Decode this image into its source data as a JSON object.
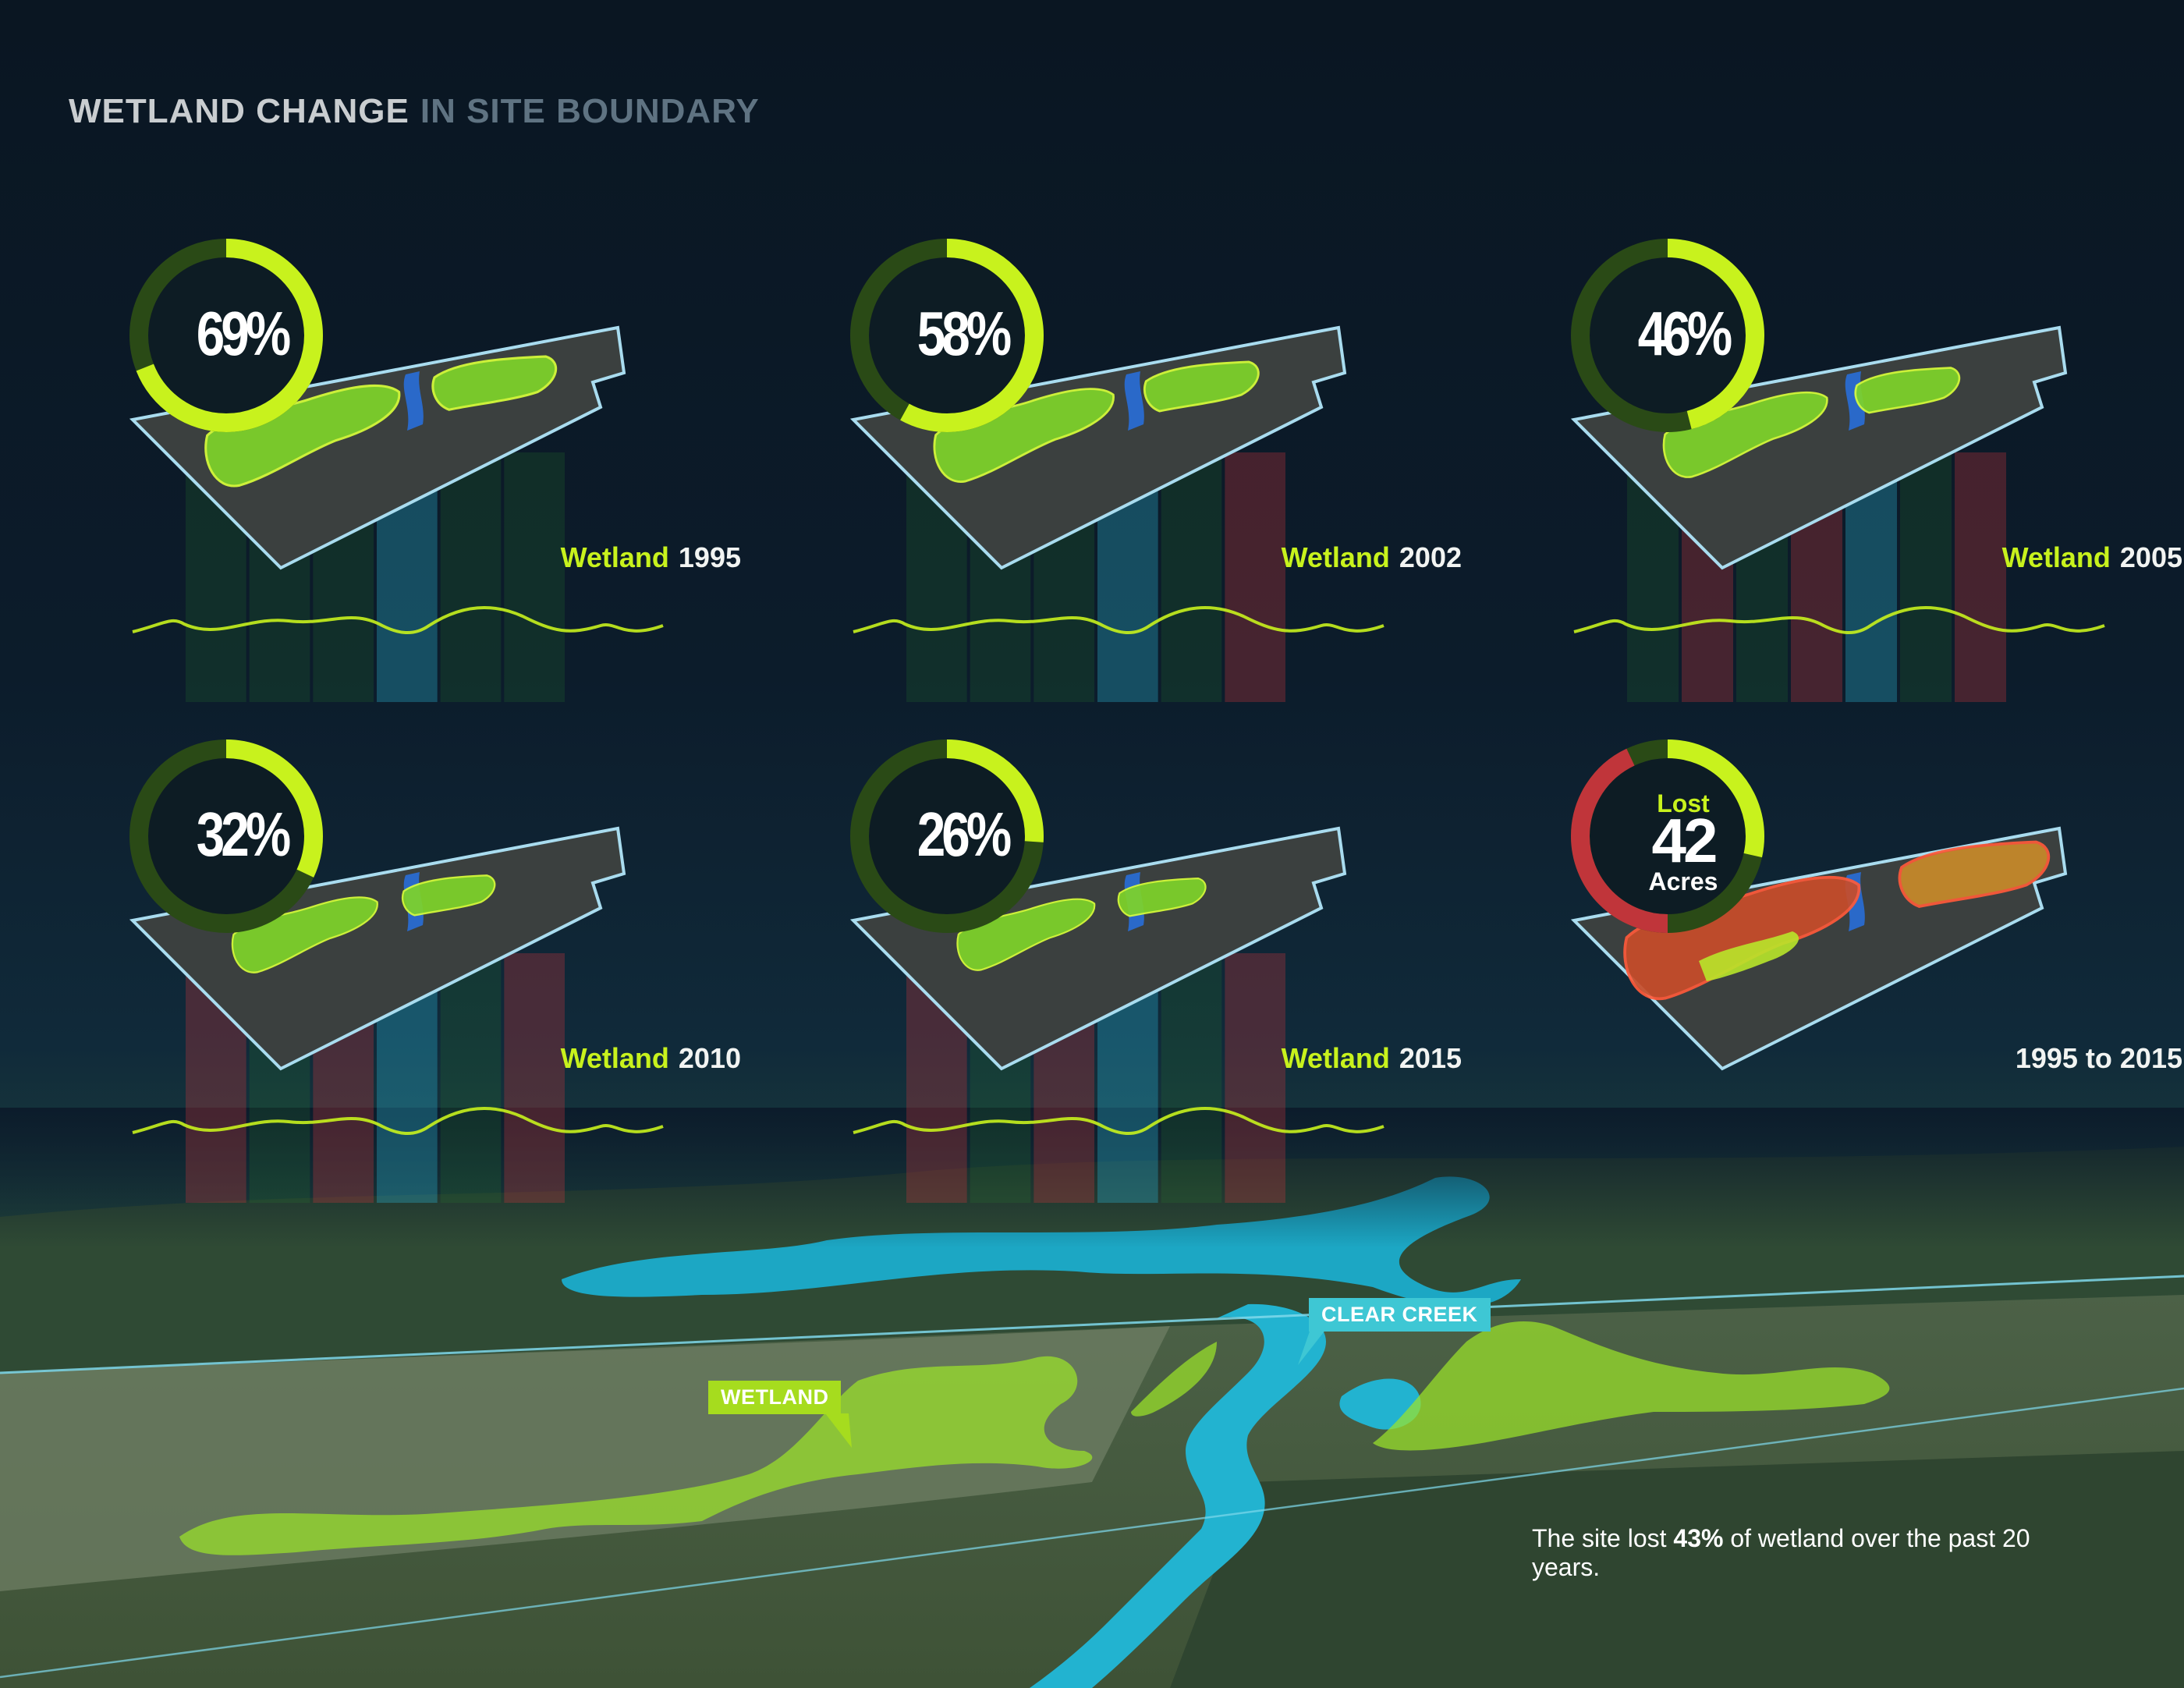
{
  "title": {
    "main": "WETLAND CHANGE",
    "sub": "IN SITE BOUNDARY"
  },
  "colors": {
    "wetland_green": "#c8f21d",
    "ring_track": "#2a4a16",
    "loss_red": "#c0353a",
    "water_blue": "#2bb8d6",
    "boundary": "#a9dcef"
  },
  "panels": [
    {
      "percent": 0.69,
      "percent_label": "69%",
      "caption_highlight": "Wetland",
      "caption_year": "1995",
      "profile": [
        "g",
        "g",
        "g",
        "b",
        "g",
        "g"
      ]
    },
    {
      "percent": 0.58,
      "percent_label": "58%",
      "caption_highlight": "Wetland",
      "caption_year": "2002",
      "profile": [
        "g",
        "g",
        "g",
        "b",
        "g",
        "r"
      ]
    },
    {
      "percent": 0.46,
      "percent_label": "46%",
      "caption_highlight": "Wetland",
      "caption_year": "2005",
      "profile": [
        "g",
        "r",
        "g",
        "r",
        "b",
        "g",
        "r"
      ]
    },
    {
      "percent": 0.32,
      "percent_label": "32%",
      "caption_highlight": "Wetland",
      "caption_year": "2010",
      "profile": [
        "r",
        "g",
        "r",
        "b",
        "g",
        "r"
      ]
    },
    {
      "percent": 0.26,
      "percent_label": "26%",
      "caption_highlight": "Wetland",
      "caption_year": "2015",
      "profile": [
        "r",
        "g",
        "r",
        "b",
        "g",
        "r"
      ]
    }
  ],
  "summary_panel": {
    "lost_label": "Lost",
    "lost_value": "42",
    "lost_unit": "Acres",
    "caption": "1995 to 2015",
    "lost_fraction": 0.43
  },
  "callouts": {
    "wetland": "WETLAND",
    "creek": "CLEAR CREEK"
  },
  "footnote": {
    "before": "The site lost ",
    "value": "43%",
    "after": " of wetland over the past 20 years."
  }
}
